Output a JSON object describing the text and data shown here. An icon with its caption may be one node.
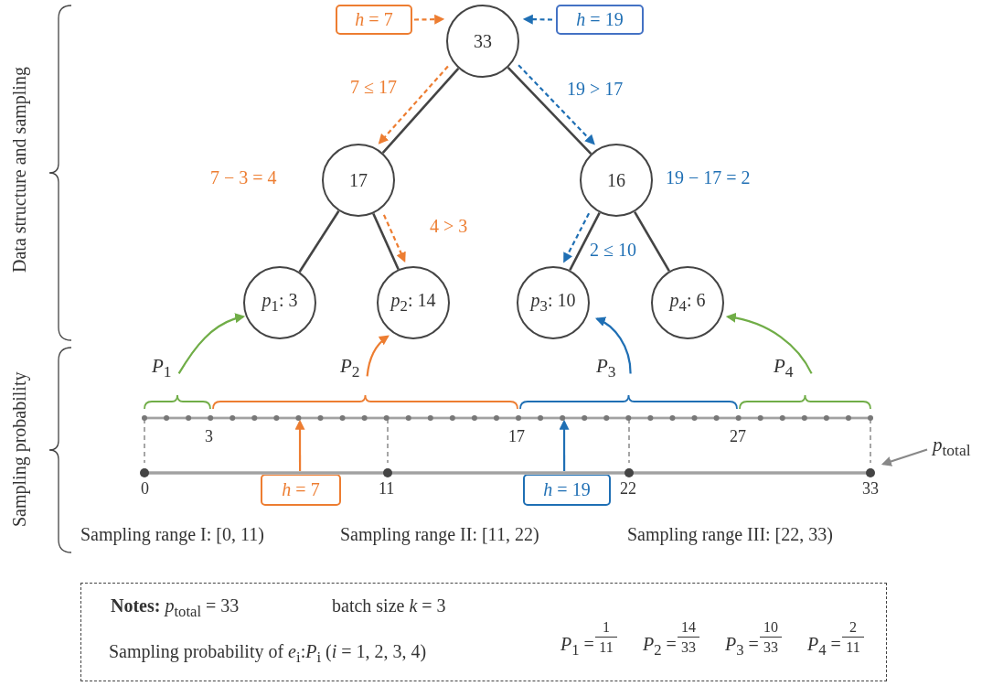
{
  "diagram": {
    "nodes": [
      {
        "text": [
          "33"
        ]
      },
      {
        "text": [
          "17"
        ],
        "beside": [
          "7 − 3 = 4"
        ]
      },
      {
        "text": [
          "16"
        ],
        "beside": [
          "19 − 17 = 2"
        ]
      },
      {
        "text": [
          "*p*$_{1}$: 3"
        ]
      },
      {
        "text": [
          "*p*$_{2}$: 14"
        ]
      },
      {
        "text": [
          "*p*$_{3}$: 10"
        ]
      },
      {
        "text": [
          "*p*$_{4}$: 6"
        ]
      },
      {
        "text": [
          "*h* = 7"
        ]
      },
      {
        "text": [
          "*h* = 19"
        ]
      },
      {
        "text": [
          "*P*$_{1}$"
        ]
      },
      {
        "text": [
          "*P*$_{2}$"
        ]
      },
      {
        "text": [
          "*P*$_{3}$"
        ]
      },
      {
        "text": [
          "*P*$_{4}$"
        ]
      },
      {
        "text": [
          "*h* = 7"
        ]
      },
      {
        "text": [
          "*h* = 19"
        ]
      },
      {
        "text": [],
        "shape": "bar"
      },
      {
        "text": [],
        "shape": "bar"
      },
      {
        "text": [
          "*p*$_{total}$"
        ]
      },
      {
        "text": [
          "**Notes:**  *p*$_{total}$ = 33",
          "batch size *k* = 3",
          "Sampling probability of *e*$_{i}$:*P*$_{i}$ (*i* = 1, 2, 3, 4)",
          "*P*$_{1}$ =",
          "1",
          "11",
          "*P*$_{2}$ =",
          "14",
          "33",
          "*P*$_{3}$ =",
          "10",
          "33",
          "*P*$_{4}$ =",
          "2",
          "11"
        ]
      }
    ],
    "edges": [
      {
        "from": 0,
        "to": 1,
        "arrow": "none"
      },
      {
        "from": 0,
        "to": 2,
        "arrow": "none"
      },
      {
        "from": 1,
        "to": 3,
        "arrow": "none"
      },
      {
        "from": 1,
        "to": 4,
        "arrow": "none"
      },
      {
        "from": 2,
        "to": 5,
        "arrow": "none"
      },
      {
        "from": 2,
        "to": 6,
        "arrow": "none"
      },
      {
        "from": 7,
        "to": 0,
        "arrow": "to",
        "style": "dashed",
        "color": "#ed7d31"
      },
      {
        "from": 8,
        "to": 0,
        "arrow": "to",
        "style": "dashed",
        "color": "#1f6fb4"
      },
      {
        "from": 0,
        "to": 1,
        "arrow": "to",
        "label": "7 ≤ 17",
        "style": "dashed",
        "color": "#ed7d31"
      },
      {
        "from": 0,
        "to": 2,
        "arrow": "to",
        "label": "19 > 17",
        "style": "dashed",
        "color": "#1f6fb4"
      },
      {
        "from": 1,
        "to": 4,
        "arrow": "to",
        "label": "4 > 3",
        "style": "dashed",
        "color": "#ed7d31"
      },
      {
        "from": 2,
        "to": 5,
        "arrow": "to",
        "label": "2 ≤ 10",
        "style": "dashed",
        "color": "#1f6fb4"
      },
      {
        "from": 9,
        "to": 3,
        "arrow": "to",
        "color": "#70ad47"
      },
      {
        "from": 10,
        "to": 4,
        "arrow": "to",
        "color": "#ed7d31"
      },
      {
        "from": 11,
        "to": 5,
        "arrow": "to",
        "color": "#1f6fb4"
      },
      {
        "from": 12,
        "to": 6,
        "arrow": "to",
        "color": "#70ad47"
      },
      {
        "from": 13,
        "to": 15,
        "arrow": "to",
        "color": "#ed7d31"
      },
      {
        "from": 14,
        "to": 15,
        "arrow": "to",
        "color": "#1f6fb4"
      },
      {
        "from": 17,
        "to": 16,
        "arrow": "to",
        "color": "#888888"
      },
      {
        "from": 15,
        "to": 16,
        "arrow": "none",
        "style": "dashed",
        "color": "#777777"
      },
      {
        "from": 15,
        "to": 16,
        "arrow": "none",
        "style": "dashed",
        "color": "#777777"
      },
      {
        "from": 15,
        "to": 16,
        "arrow": "none",
        "style": "dashed",
        "color": "#777777"
      },
      {
        "from": 15,
        "to": 16,
        "arrow": "none",
        "style": "dashed",
        "color": "#777777"
      }
    ],
    "labels": [
      "Data structure and sampling",
      "Sampling probability",
      "3",
      "17",
      "27",
      "0",
      "11",
      "22",
      "33",
      "Sampling range I: [0, 11)",
      "Sampling range II: [11, 22)",
      "Sampling range III: [22, 33)"
    ]
  }
}
